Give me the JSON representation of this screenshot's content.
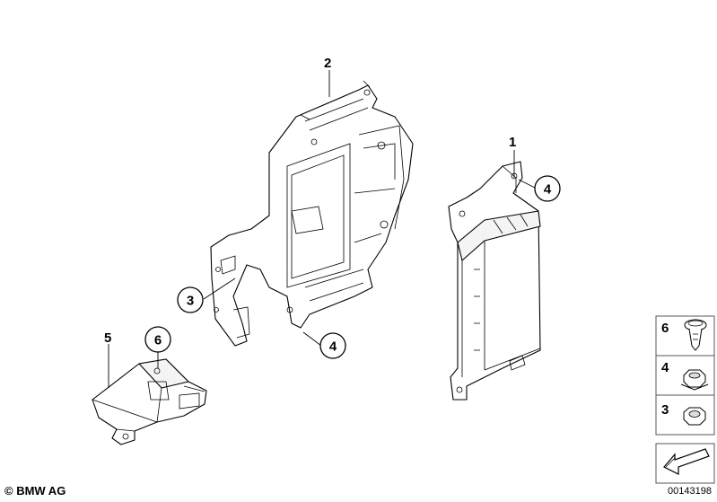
{
  "callouts": {
    "part_1": "1",
    "part_2": "2",
    "part_3": "3",
    "part_4_upper": "4",
    "part_4_lower": "4",
    "part_5": "5",
    "part_6": "6"
  },
  "legend": {
    "items": [
      {
        "number": "6",
        "icon": "push-rivet-icon"
      },
      {
        "number": "4",
        "icon": "hex-collar-nut-icon"
      },
      {
        "number": "3",
        "icon": "hex-nut-icon"
      }
    ],
    "arrow_icon": "direction-arrow-icon"
  },
  "footer": {
    "copyright": "© BMW AG",
    "diagram_number": "00143198"
  }
}
